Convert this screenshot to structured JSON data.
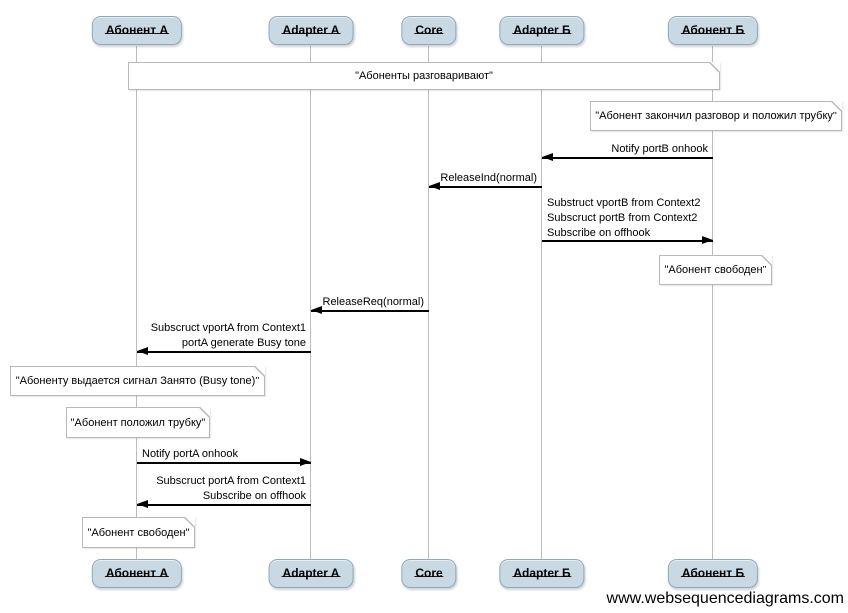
{
  "colors": {
    "actor_fill": "#c9d9e4",
    "actor_border": "#8fa9bc",
    "note_border": "#b9b9b9",
    "lifeline": "#bcbcbc",
    "arrow": "#000000"
  },
  "actors": [
    {
      "label": "Абонент А"
    },
    {
      "label": "Adapter A"
    },
    {
      "label": "Core"
    },
    {
      "label": "Adapter Б"
    },
    {
      "label": "Абонент Б"
    }
  ],
  "notes": [
    {
      "text": "\"Абоненты разговаривают\"",
      "over": "all"
    },
    {
      "text": "\"Абонент закончил разговор и положил трубку\"",
      "over": "Абонент Б"
    },
    {
      "text": "\"Абонент свободен\"",
      "over": "Абонент Б"
    },
    {
      "text": "\"Абоненту выдается сигнал Занято (Busy tone)\"",
      "over": "Абонент А"
    },
    {
      "text": "\"Абонент положил трубку\"",
      "over": "Абонент А"
    },
    {
      "text": "\"Абонент свободен\"",
      "over": "Абонент А"
    }
  ],
  "messages": [
    {
      "label": "Notify portB onhook",
      "from": "Абонент Б",
      "to": "Adapter Б"
    },
    {
      "label": "ReleaseInd(normal)",
      "from": "Adapter Б",
      "to": "Core"
    },
    {
      "lines": [
        "Substruct vportB from Context2",
        "Subscruct portB from Context2",
        "Subscribe on offhook"
      ],
      "from": "Adapter Б",
      "to": "Абонент Б"
    },
    {
      "label": "ReleaseReq(normal)",
      "from": "Core",
      "to": "Adapter A"
    },
    {
      "lines": [
        "Subscruct vportA from Context1",
        "portA generate Busy tone"
      ],
      "from": "Adapter A",
      "to": "Абонент А"
    },
    {
      "label": "Notify portA onhook",
      "from": "Абонент А",
      "to": "Adapter A"
    },
    {
      "lines": [
        "Subscruct portA from Context1",
        "Subscribe on offhook"
      ],
      "from": "Adapter A",
      "to": "Абонент А"
    }
  ],
  "watermark": "www.websequencediagrams.com"
}
